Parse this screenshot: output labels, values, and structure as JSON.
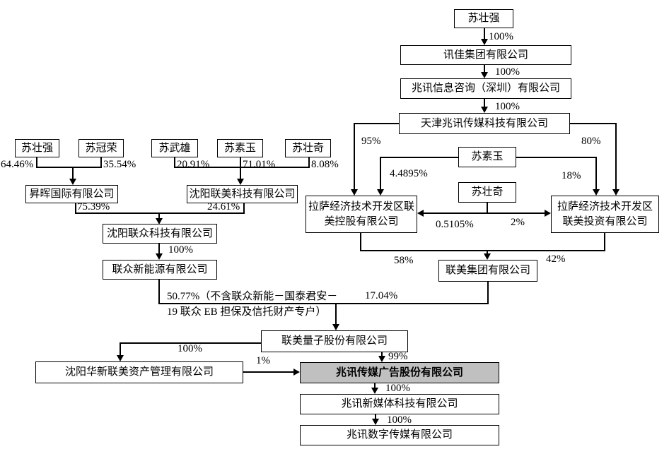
{
  "diagram": {
    "colors": {
      "highlight_fill": "#c0c0c0",
      "box_fill": "#ffffff",
      "line": "#000000"
    },
    "nodes": {
      "suZhuangqiangTop": "苏壮强",
      "xunjiaGroup": "讯佳集团有限公司",
      "zhaoxunInfo": "兆讯信息咨询（深圳）有限公司",
      "tianjinZhaoxun": "天津兆讯传媒科技有限公司",
      "suZhuangqiang": "苏壮强",
      "suGuanrong": "苏冠荣",
      "suWuxiong": "苏武雄",
      "suSuyu": "苏素玉",
      "suZhuangqi": "苏壮奇",
      "shengHui": "昇晖国际有限公司",
      "shenyangLianmeiTech": "沈阳联美科技有限公司",
      "shenyangLianzhong": "沈阳联众科技有限公司",
      "lianzhongXinnengyuan": "联众新能源有限公司",
      "suSuyuRight": "苏素玉",
      "suZhuangqiRight": "苏壮奇",
      "lasaKonggu": "拉萨经济技术开发区联美控股有限公司",
      "lasaTouzi": "拉萨经济技术开发区联美投资有限公司",
      "lianmeiGroup": "联美集团有限公司",
      "lianmeiQuantum": "联美量子股份有限公司",
      "shenyangHuaxin": "沈阳华新联美资产管理有限公司",
      "zhaoxunMedia": "兆讯传媒广告股份有限公司",
      "zhaoxunNewMedia": "兆讯新媒体科技有限公司",
      "zhaoxunDigital": "兆讯数字传媒有限公司"
    },
    "labels": {
      "p100a": "100%",
      "p100b": "100%",
      "p100c": "100%",
      "p6446": "64.46%",
      "p3554": "35.54%",
      "p2091": "20.91%",
      "p7101": "71.01%",
      "p808": "8.08%",
      "p7539": "75.39%",
      "p2461": "24.61%",
      "p100d": "100%",
      "p95": "95%",
      "p80": "80%",
      "p44895": "4.4895%",
      "p18": "18%",
      "p05105": "0.5105%",
      "p2": "2%",
      "p58": "58%",
      "p42": "42%",
      "p5077a": "50.77%（不含联众新能－国泰君安－",
      "p5077b": "19 联众 EB 担保及信托财产专户）",
      "p1704": "17.04%",
      "p100e": "100%",
      "p99": "99%",
      "p1": "1%",
      "p100f": "100%",
      "p100g": "100%"
    }
  }
}
